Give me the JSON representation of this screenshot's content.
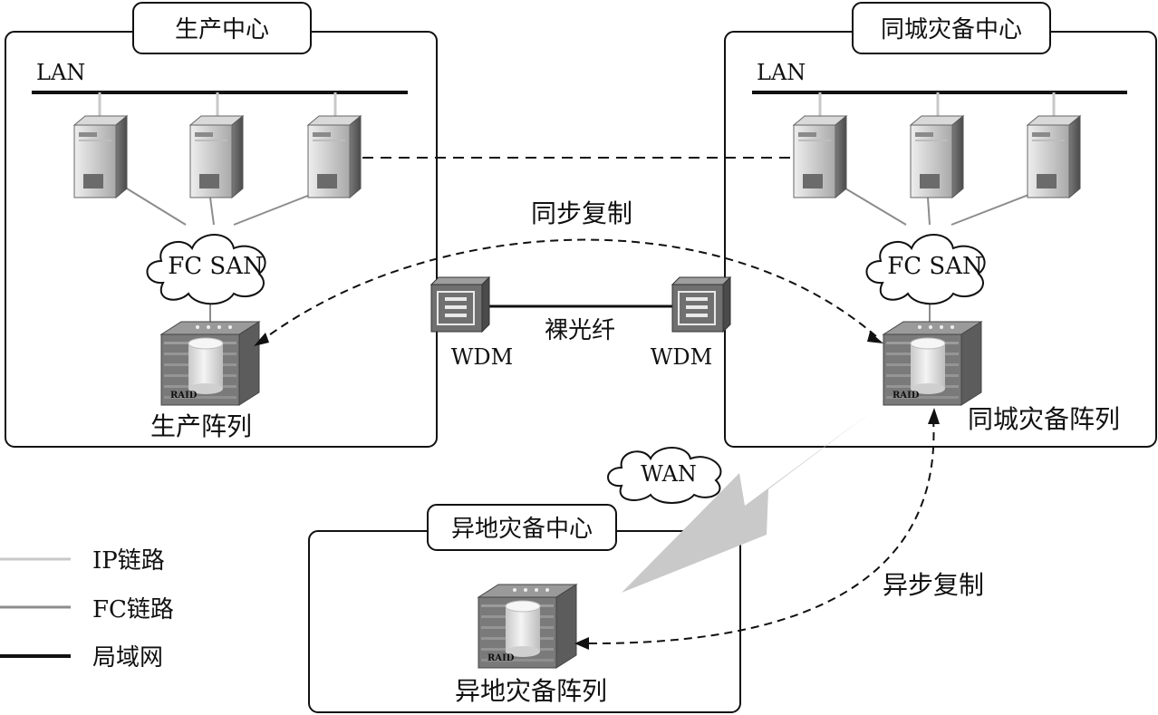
{
  "sites": {
    "production": {
      "title": "生产中心",
      "lan_label": "LAN",
      "san_label": "FC SAN",
      "array_label": "生产阵列"
    },
    "local_dr": {
      "title": "同城灾备中心",
      "lan_label": "LAN",
      "san_label": "FC SAN",
      "array_label": "同城灾备阵列"
    },
    "remote_dr": {
      "title": "异地灾备中心",
      "array_label": "异地灾备阵列"
    }
  },
  "links": {
    "sync_label": "同步复制",
    "async_label": "异步复制",
    "dark_fiber_label": "裸光纤",
    "wdm_left_label": "WDM",
    "wdm_right_label": "WDM",
    "wan_label": "WAN"
  },
  "devices": {
    "raid_tag": "RAID"
  },
  "legend": {
    "items": [
      {
        "label": "IP链路",
        "color": "#c8c8c8"
      },
      {
        "label": "FC链路",
        "color": "#8c8c8c"
      },
      {
        "label": "局域网",
        "color": "#111111"
      }
    ]
  },
  "colors": {
    "ip_link": "#c8c8c8",
    "fc_link": "#8c8c8c",
    "lan": "#111111",
    "wan_bolt": "#c9c9c9"
  }
}
